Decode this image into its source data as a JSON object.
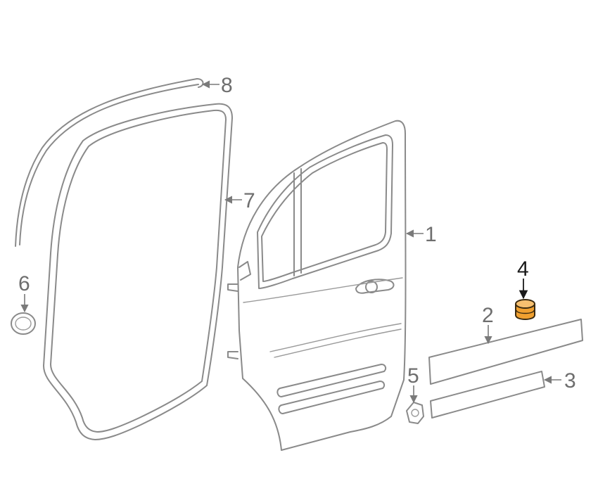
{
  "callouts": {
    "c1": "1",
    "c2": "2",
    "c3": "3",
    "c4": "4",
    "c5": "5",
    "c6": "6",
    "c7": "7",
    "c8": "8"
  },
  "colors": {
    "line": "#8a8a8a",
    "highlight_fill": "#f0a030",
    "highlight_stroke": "#3a2a10",
    "highlight_label": "#1a1a1a"
  }
}
